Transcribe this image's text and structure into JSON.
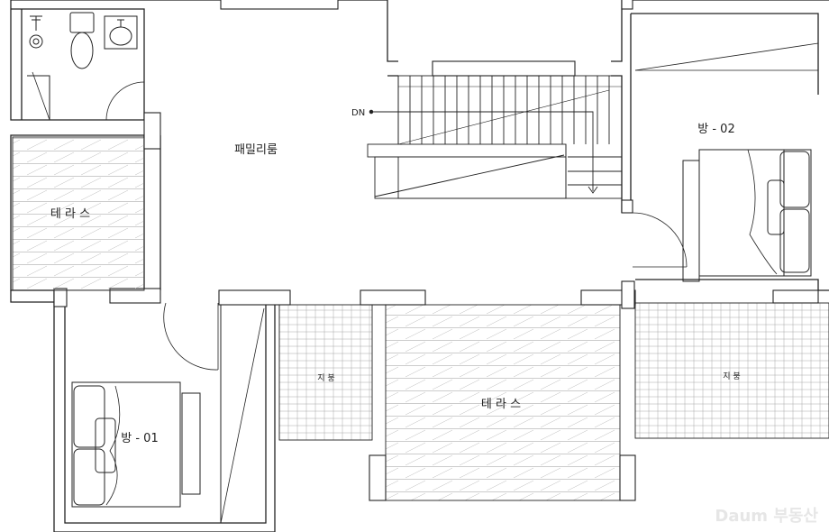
{
  "labels": {
    "family_room": "패밀리룸",
    "terrace_left": "테 라 스",
    "terrace_center": "테 라 스",
    "room_01": "방 - 01",
    "room_02": "방 - 02",
    "roof_left": "지 붕",
    "roof_right": "지 붕",
    "stair_dn": "DN"
  },
  "watermark": "Daum 부동산",
  "colors": {
    "line": "#222222",
    "hatch": "#9a9a9a",
    "wall_fill": "#ffffff"
  }
}
